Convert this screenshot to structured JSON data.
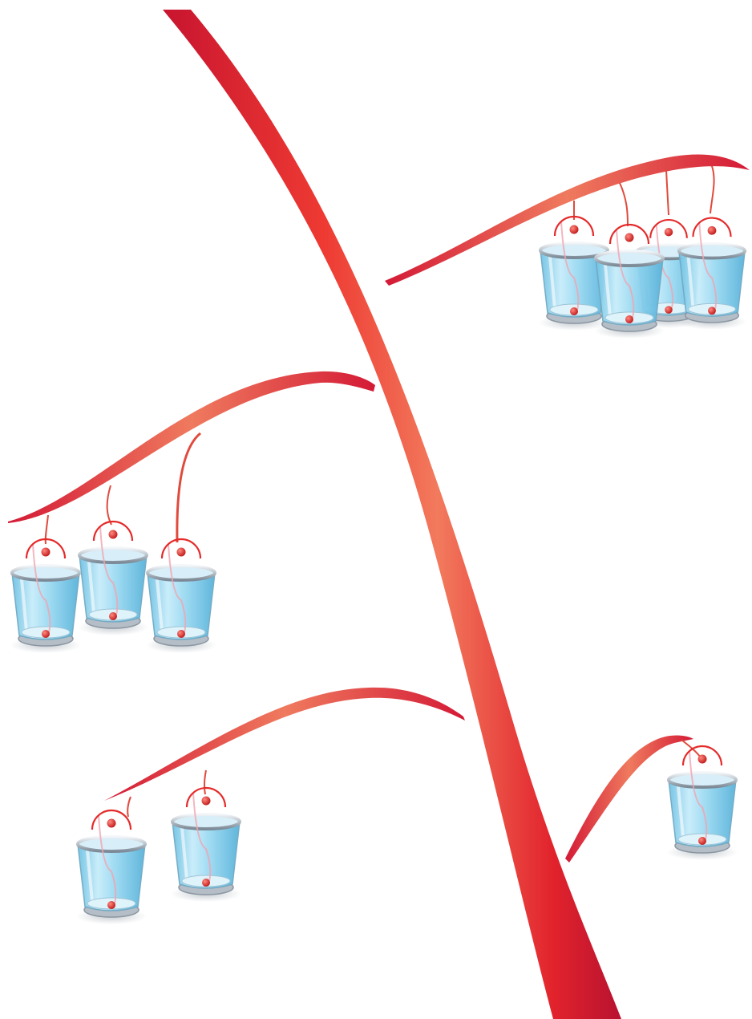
{
  "illustration": {
    "subject": "bucket-tree",
    "colors": {
      "ribbon_dark": "#d41a36",
      "ribbon_mid": "#ee3a32",
      "ribbon_light": "#ef7a5e",
      "bucket_glass": "#8fd3ee",
      "bucket_glass_light": "#e4f6fd",
      "bucket_rim": "#7c8a97",
      "bead": "#e52a2a"
    },
    "branches": [
      {
        "name": "upper-right",
        "bucket_count": 4
      },
      {
        "name": "middle-left",
        "bucket_count": 3
      },
      {
        "name": "lower-left",
        "bucket_count": 2
      },
      {
        "name": "lower-right",
        "bucket_count": 1
      }
    ]
  }
}
